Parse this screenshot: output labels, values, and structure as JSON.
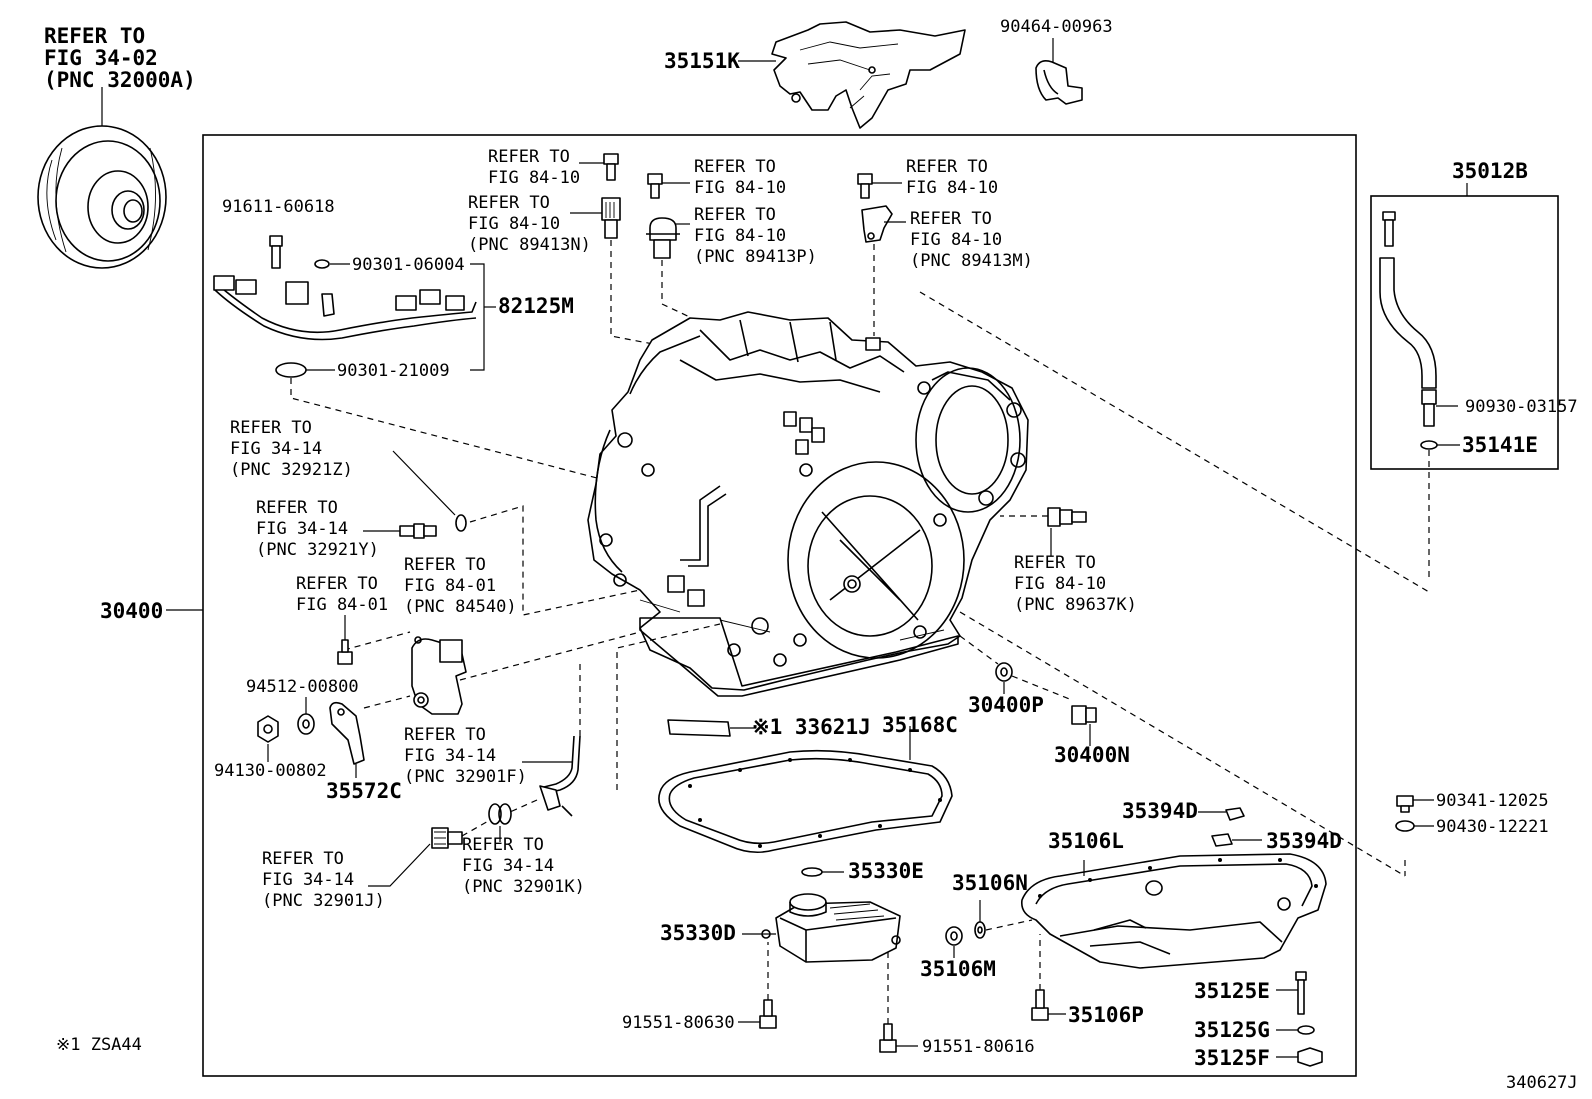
{
  "labels": {
    "ref_torque_converter": [
      "REFER TO",
      "FIG 34-02",
      "(PNC 32000A)"
    ],
    "p35151K": "35151K",
    "p90464_00963": "90464-00963",
    "p35012B": "35012B",
    "p90930_03157": "90930-03157",
    "p35141E": "35141E",
    "p91611_60618": "91611-60618",
    "p90301_06004": "90301-06004",
    "p82125M": "82125M",
    "p90301_21009": "90301-21009",
    "ref_89413N": [
      "REFER TO",
      "FIG 84-10",
      "(PNC 89413N)"
    ],
    "ref_bolt_n": [
      "REFER TO",
      "FIG 84-10"
    ],
    "ref_bolt_p": [
      "REFER TO",
      "FIG 84-10"
    ],
    "ref_89413P": [
      "REFER TO",
      "FIG 84-10",
      "(PNC 89413P)"
    ],
    "ref_bolt_m": [
      "REFER TO",
      "FIG 84-10"
    ],
    "ref_89413M": [
      "REFER TO",
      "FIG 84-10",
      "(PNC 89413M)"
    ],
    "ref_32921Z": [
      "REFER TO",
      "FIG 34-14",
      "(PNC 32921Z)"
    ],
    "ref_32921Y": [
      "REFER TO",
      "FIG 34-14",
      "(PNC 32921Y)"
    ],
    "ref_84540": [
      "REFER TO",
      "FIG 84-01",
      "(PNC 84540)"
    ],
    "ref_bolt_84_01": [
      "REFER TO",
      "FIG 84-01"
    ],
    "p30400": "30400",
    "p94512_00800": "94512-00800",
    "p94130_00802": "94130-00802",
    "p35572C": "35572C",
    "ref_32901F": [
      "REFER TO",
      "FIG 34-14",
      "(PNC 32901F)"
    ],
    "ref_32901J": [
      "REFER TO",
      "FIG 34-14",
      "(PNC 32901J)"
    ],
    "ref_32901K": [
      "REFER TO",
      "FIG 34-14",
      "(PNC 32901K)"
    ],
    "ref_89637K": [
      "REFER TO",
      "FIG 84-10",
      "(PNC 89637K)"
    ],
    "p30400P": "30400P",
    "p30400N": "30400N",
    "p33621J": "※1 33621J",
    "p35168C": "35168C",
    "p90341_12025": "90341-12025",
    "p90430_12221": "90430-12221",
    "p35394D_a": "35394D",
    "p35394D_b": "35394D",
    "p35106L": "35106L",
    "p35330E": "35330E",
    "p35106N": "35106N",
    "p35330D": "35330D",
    "p35106M": "35106M",
    "p35106P": "35106P",
    "p35125E": "35125E",
    "p35125G": "35125G",
    "p35125F": "35125F",
    "p91551_80630": "91551-80630",
    "p91551_80616": "91551-80616",
    "footnote": "※1 ZSA44",
    "figure_id": "340627J"
  }
}
